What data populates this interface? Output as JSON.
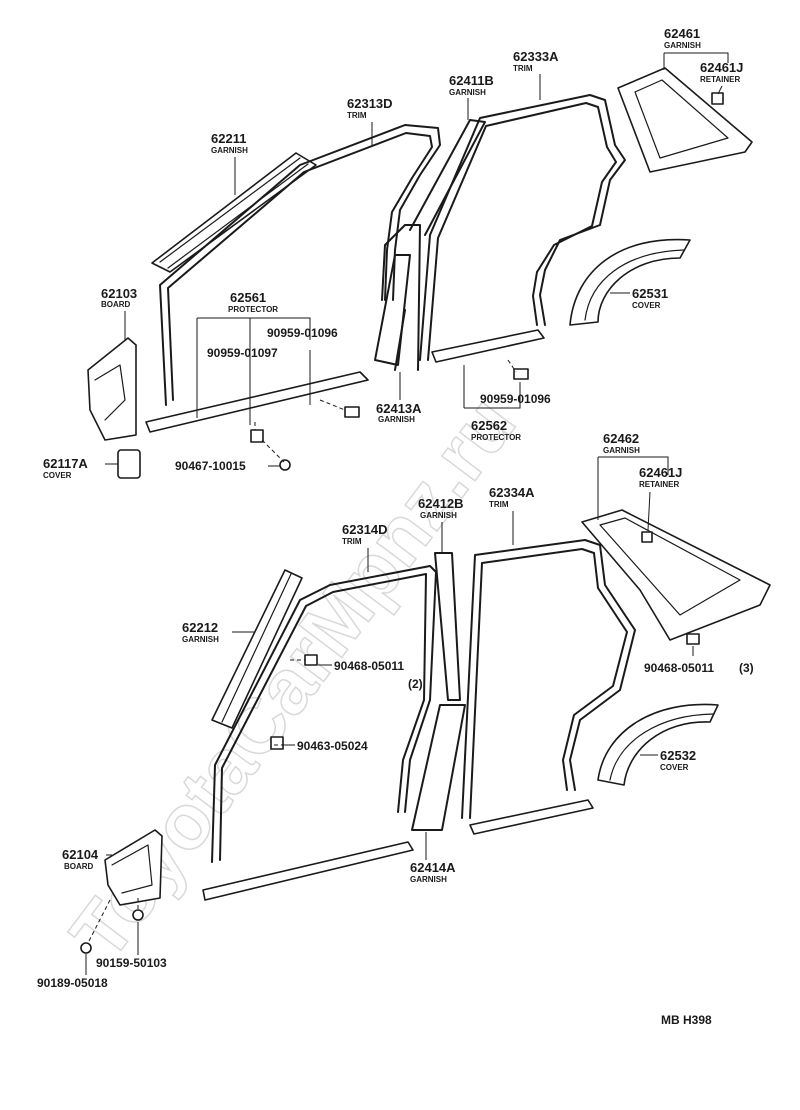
{
  "watermark": "ToyotaCarMpnz.ru",
  "diagram_code": "MB H398",
  "callouts": {
    "c62461": {
      "part": "62461",
      "name": "GARNISH"
    },
    "c62461J_top": {
      "part": "62461J",
      "name": "RETAINER"
    },
    "c62333A": {
      "part": "62333A",
      "name": "TRIM"
    },
    "c62411B": {
      "part": "62411B",
      "name": "GARNISH"
    },
    "c62313D": {
      "part": "62313D",
      "name": "TRIM"
    },
    "c62211": {
      "part": "62211",
      "name": "GARNISH"
    },
    "c62103": {
      "part": "62103",
      "name": "BOARD"
    },
    "c62561": {
      "part": "62561",
      "name": "PROTECTOR"
    },
    "c90959_01096_a": {
      "part": "90959-01096"
    },
    "c90959_01097": {
      "part": "90959-01097"
    },
    "c62531": {
      "part": "62531",
      "name": "COVER"
    },
    "c62413A": {
      "part": "62413A",
      "name": "GARNISH"
    },
    "c90959_01096_b": {
      "part": "90959-01096"
    },
    "c62562": {
      "part": "62562",
      "name": "PROTECTOR"
    },
    "c62117A": {
      "part": "62117A",
      "name": "COVER"
    },
    "c90467_10015": {
      "part": "90467-10015"
    },
    "c62462": {
      "part": "62462",
      "name": "GARNISH"
    },
    "c62461J_bottom": {
      "part": "62461J",
      "name": "RETAINER"
    },
    "c62412B": {
      "part": "62412B",
      "name": "GARNISH"
    },
    "c62334A": {
      "part": "62334A",
      "name": "TRIM"
    },
    "c62314D": {
      "part": "62314D",
      "name": "TRIM"
    },
    "c62212": {
      "part": "62212",
      "name": "GARNISH"
    },
    "c90468_05011_a": {
      "part": "90468-05011",
      "qty": "(2)"
    },
    "c90468_05011_b": {
      "part": "90468-05011",
      "qty": "(3)"
    },
    "c90463_05024": {
      "part": "90463-05024"
    },
    "c62532": {
      "part": "62532",
      "name": "COVER"
    },
    "c62104": {
      "part": "62104",
      "name": "BOARD"
    },
    "c62414A": {
      "part": "62414A",
      "name": "GARNISH"
    },
    "c90159_50103": {
      "part": "90159-50103"
    },
    "c90189_05018": {
      "part": "90189-05018"
    }
  }
}
